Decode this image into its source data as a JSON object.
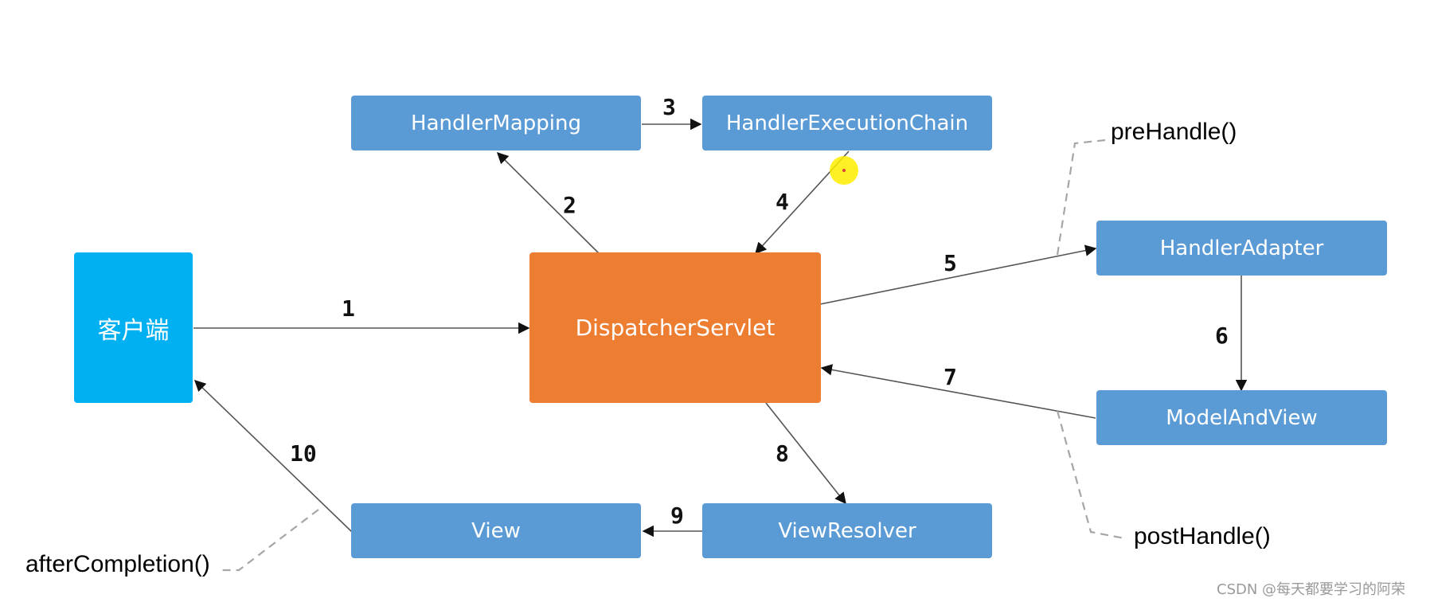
{
  "nodes": {
    "client": "客户端",
    "dispatcher": "DispatcherServlet",
    "handler_mapping": "HandlerMapping",
    "handler_execution_chain": "HandlerExecutionChain",
    "handler_adapter": "HandlerAdapter",
    "model_and_view": "ModelAndView",
    "view_resolver": "ViewResolver",
    "view": "View"
  },
  "steps": [
    "1",
    "2",
    "3",
    "4",
    "5",
    "6",
    "7",
    "8",
    "9",
    "10"
  ],
  "hooks": {
    "pre_handle": "preHandle()",
    "post_handle": "postHandle()",
    "after_completion": "afterCompletion()"
  },
  "watermark": "CSDN @每天都要学习的阿荣",
  "colors": {
    "client": "#00b0f0",
    "dispatcher": "#ed7d31",
    "component": "#5b9bd5",
    "arrow": "#555555",
    "hook_line": "#a6a6a6"
  }
}
